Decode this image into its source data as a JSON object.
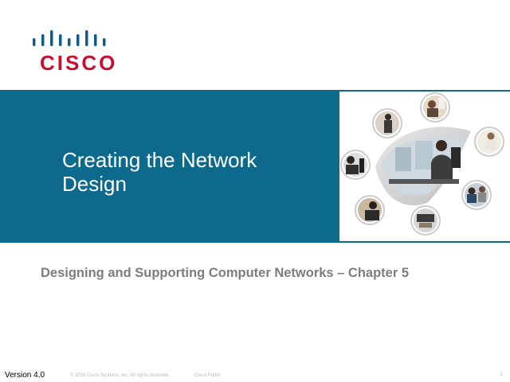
{
  "logo": {
    "wordmark": "CISCO",
    "color": "#c8102e",
    "bars_color": "#0e5c8e"
  },
  "slide": {
    "title": "Creating the Network Design",
    "subtitle": "Designing and Supporting Computer Networks – Chapter 5",
    "band_color": "#0e6a8c"
  },
  "footer": {
    "version": "Version 4.0",
    "copyright": "© 2008 Cisco Systems, Inc. All rights reserved.",
    "classification": "Cisco Public",
    "page_number": "1"
  }
}
